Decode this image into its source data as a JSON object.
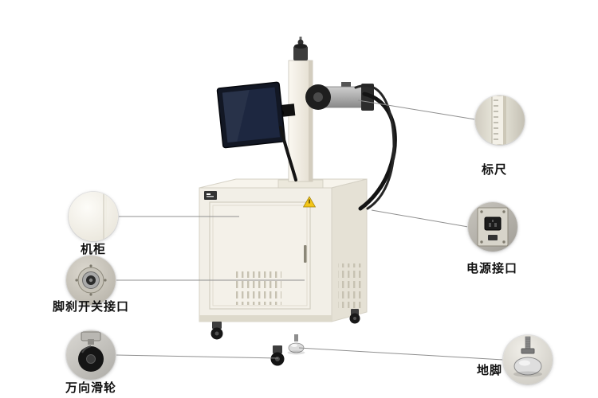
{
  "image": {
    "subject": "laser-marking-machine",
    "background": "#ffffff"
  },
  "colors": {
    "connector_line": "#8f8f8f",
    "label_text": "#111111",
    "cabinet_front": "#f2efe7",
    "cabinet_side": "#e5e1d5",
    "warning_label": "#f3c517"
  },
  "callouts": [
    {
      "id": "cabinet",
      "label": "机柜",
      "icon": "cabinet-surface-icon"
    },
    {
      "id": "foot_brake",
      "label": "脚刹开关接口",
      "icon": "foot-brake-connector-icon"
    },
    {
      "id": "caster",
      "label": "万向滑轮",
      "icon": "caster-wheel-icon"
    },
    {
      "id": "ruler",
      "label": "标尺",
      "icon": "column-ruler-icon"
    },
    {
      "id": "power",
      "label": "电源接口",
      "icon": "power-socket-icon"
    },
    {
      "id": "foot",
      "label": "地脚",
      "icon": "leveling-foot-icon"
    }
  ]
}
